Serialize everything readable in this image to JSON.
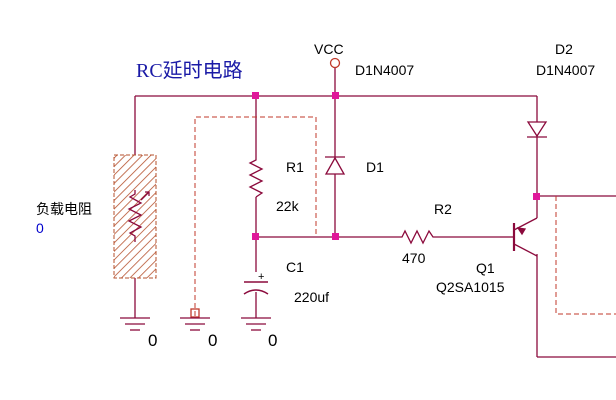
{
  "title": "RC延时电路",
  "colors": {
    "wire": "#8b0a3c",
    "node": "#e0189a",
    "text": "#000000",
    "label": "#0000cc",
    "title": "#1a1aa6",
    "dashed": "#c0392b",
    "hatch": "#b5502c"
  },
  "vcc": {
    "label": "VCC",
    "part": "D1N4007"
  },
  "d2": {
    "name": "D2",
    "part": "D1N4007"
  },
  "load": {
    "name": "负载电阻",
    "value": "0"
  },
  "r1": {
    "name": "R1",
    "value": "22k"
  },
  "d1": {
    "name": "D1"
  },
  "r2": {
    "name": "R2",
    "value": "470"
  },
  "c1": {
    "name": "C1",
    "value": "220uf",
    "polarity": "+"
  },
  "q1": {
    "name": "Q1",
    "part": "Q2SA1015"
  },
  "grounds": [
    "0",
    "0",
    "0"
  ]
}
